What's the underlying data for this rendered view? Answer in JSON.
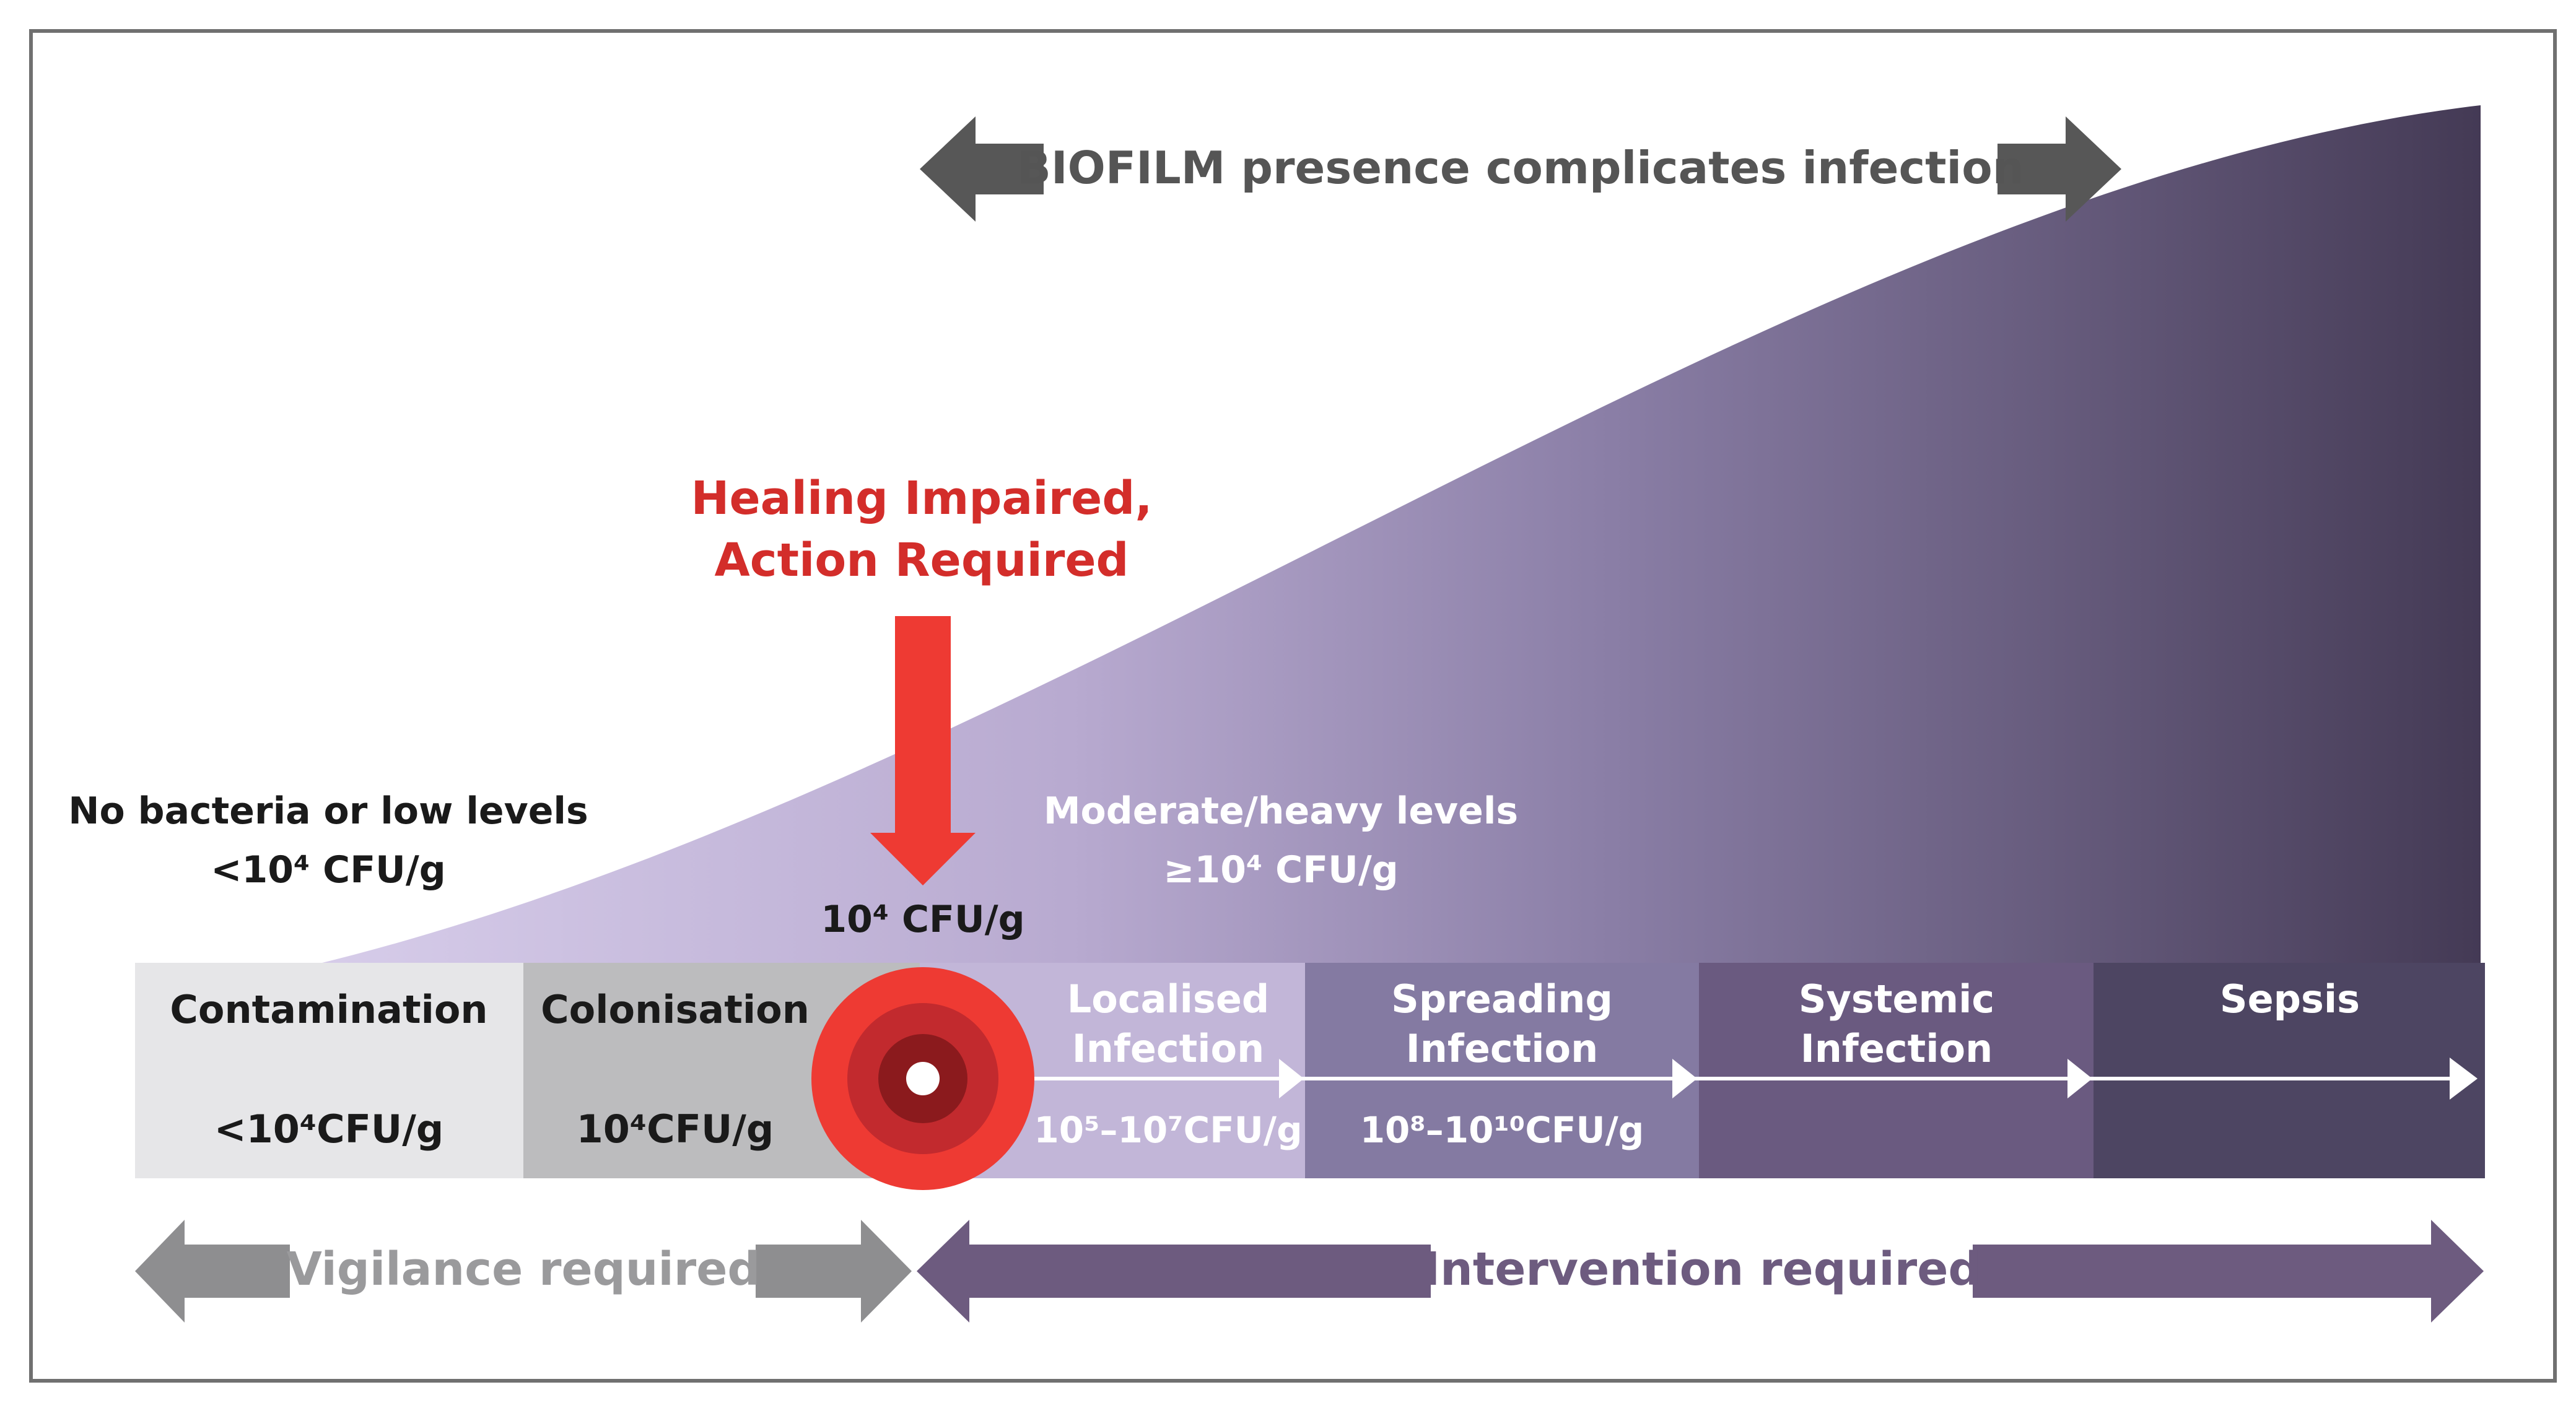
{
  "biofilm": {
    "label": "BIOFILM presence complicates infection"
  },
  "alert": {
    "line1": "Healing Impaired,",
    "line2": "Action Required"
  },
  "low_levels": {
    "line1": "No bacteria or low levels",
    "line2": "<10⁴ CFU/g"
  },
  "moderate_levels": {
    "line1": "Moderate/heavy levels",
    "line2": "≥10⁴ CFU/g"
  },
  "threshold": {
    "label": "10⁴ CFU/g"
  },
  "stages": [
    {
      "name": "Contamination",
      "count": "<10⁴CFU/g",
      "color": "#e6e6e8"
    },
    {
      "name": "Colonisation",
      "count": "10⁴CFU/g",
      "color": "#bcbcbe"
    },
    {
      "name1": "Localised",
      "name2": "Infection",
      "count": "10⁵–10⁷CFU/g",
      "color": "#c2b6d8"
    },
    {
      "name1": "Spreading",
      "name2": "Infection",
      "count": "10⁸–10¹⁰CFU/g",
      "color": "#847aa2"
    },
    {
      "name1": "Systemic",
      "name2": "Infection",
      "color": "#6a5a80"
    },
    {
      "name": "Sepsis",
      "color": "#4d4562"
    }
  ],
  "bottom": {
    "vigilance": "Vigilance required",
    "intervention": "Intervention required"
  },
  "colors": {
    "red": "#ee3a33",
    "dark_red": "#8b1a1d",
    "alert_text": "#d32d2a",
    "grey_arrow": "#8e8e90",
    "purple_arrow": "#6d5b7f",
    "biofilm_arrow": "#575757",
    "curve_light": "#d5cbe9",
    "curve_dark": "#443a55"
  }
}
